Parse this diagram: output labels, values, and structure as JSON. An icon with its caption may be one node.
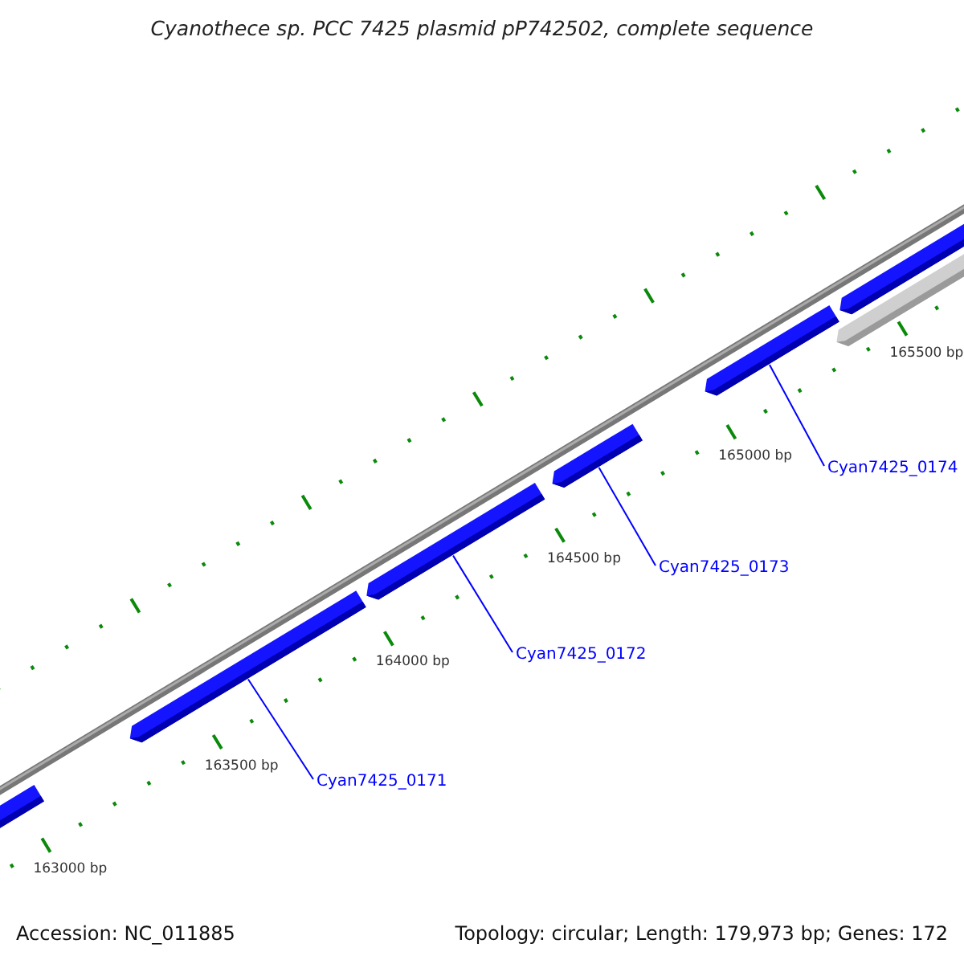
{
  "diagram": {
    "title": "Cyanothece sp. PCC 7425 plasmid pP742502, complete sequence",
    "nodes": [
      {
        "text": [],
        "shape": "bar"
      },
      {
        "text": [],
        "shape": "bar"
      },
      {
        "text": [],
        "shape": "bar"
      },
      {
        "text": [],
        "shape": "bar"
      },
      {
        "text": [],
        "shape": "bar"
      },
      {
        "text": [],
        "shape": "bar"
      },
      {
        "text": [],
        "shape": "bar"
      },
      {
        "text": [
          "Cyan7425_0171"
        ]
      },
      {
        "text": [
          "Cyan7425_0172"
        ]
      },
      {
        "text": [
          "Cyan7425_0173"
        ]
      },
      {
        "text": [
          "Cyan7425_0174"
        ]
      }
    ],
    "edges": [
      {
        "from": 7,
        "to": 1,
        "arrow": "none"
      },
      {
        "from": 8,
        "to": 2,
        "arrow": "none"
      },
      {
        "from": 9,
        "to": 3,
        "arrow": "none"
      },
      {
        "from": 10,
        "to": 4,
        "arrow": "none"
      }
    ],
    "labels": [
      "163000 bp",
      "163500 bp",
      "164000 bp",
      "164500 bp",
      "165000 bp",
      "165500 bp",
      "Accession: NC_011885",
      "Topology: circular; Length: 179,973 bp; Genes: 172"
    ]
  }
}
